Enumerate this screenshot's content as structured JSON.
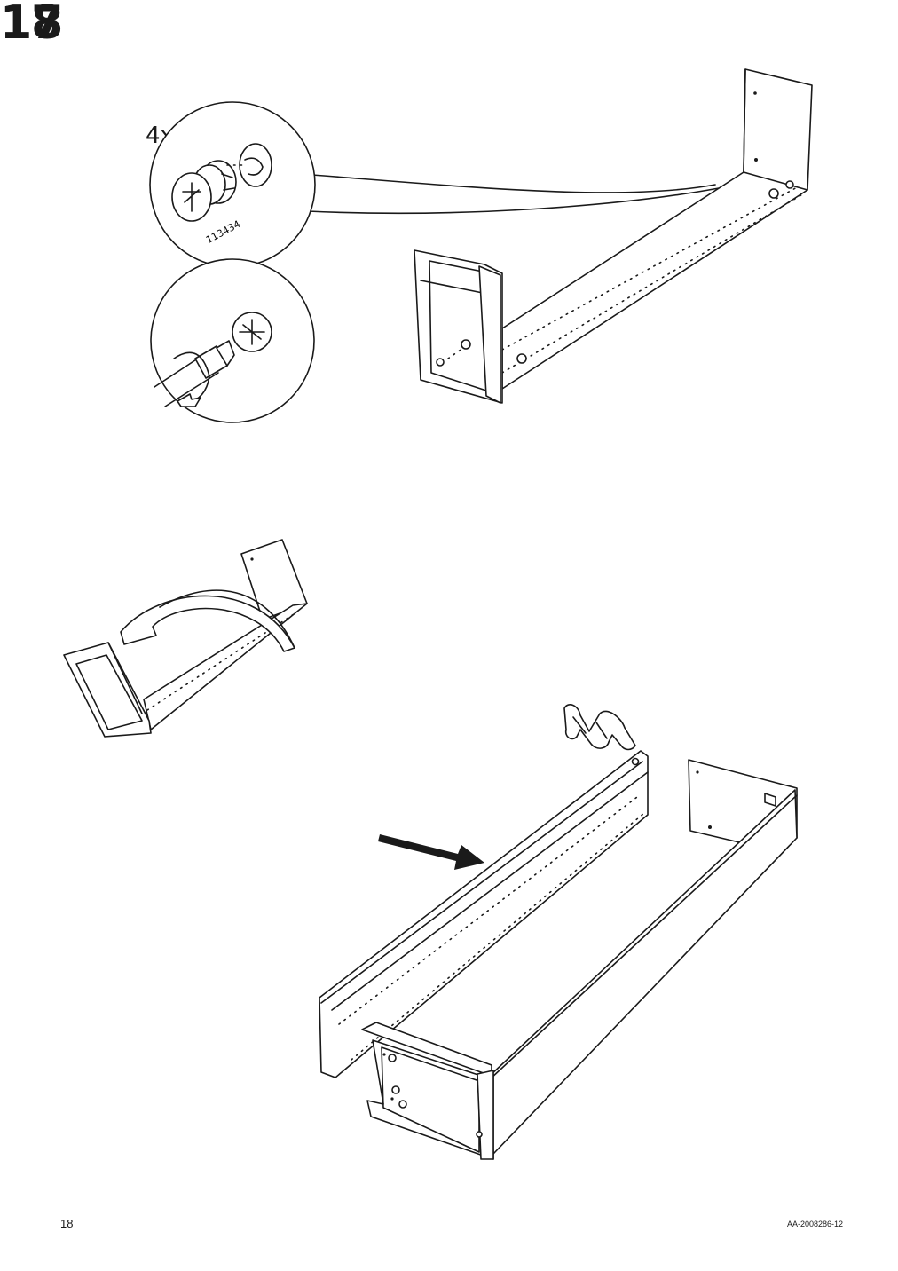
{
  "steps": {
    "step17": "17",
    "step18": "18"
  },
  "callout": {
    "quantity": "4x",
    "part_number": "113434"
  },
  "footer": {
    "page_number": "18",
    "doc_code": "AA-2008286-12"
  }
}
